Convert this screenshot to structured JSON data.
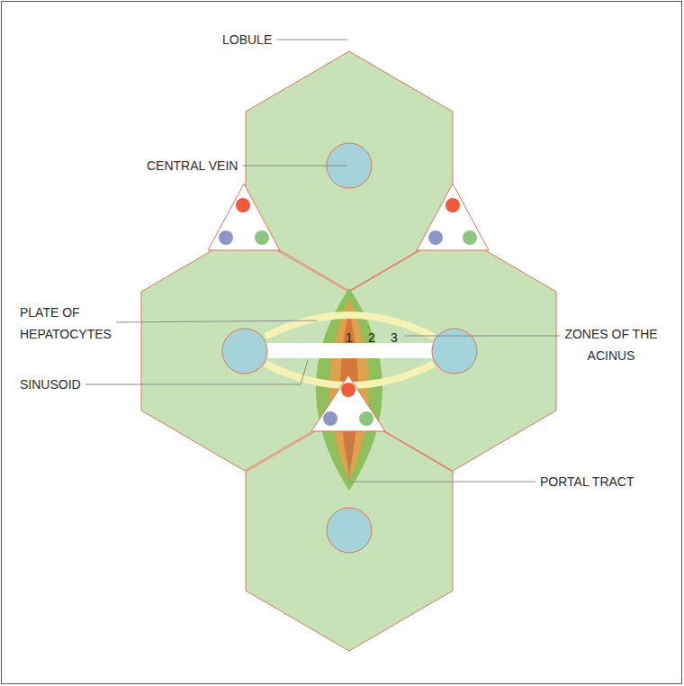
{
  "diagram": {
    "labels": [
      "LOBULE",
      "CENTRAL VEIN",
      "PLATE OF HEPATOCYTES",
      "1",
      "2",
      "3",
      "ZONES OF THE ACINUS",
      "SINUSOID",
      "PORTAL TRACT"
    ]
  }
}
